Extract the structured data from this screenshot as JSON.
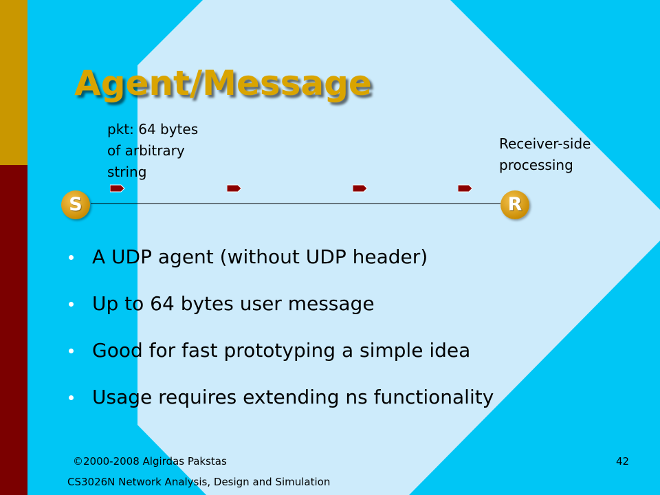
{
  "slide": {
    "title": "Agent/Message",
    "annotations": {
      "packet": [
        "pkt: 64 bytes",
        "of arbitrary",
        "string"
      ],
      "receiver": [
        "Receiver-side",
        "processing"
      ]
    },
    "diagram": {
      "sender_label": "S",
      "receiver_label": "R"
    },
    "bullets": [
      "A UDP agent (without UDP header)",
      "Up to 64 bytes user message",
      "Good for fast prototyping a simple idea",
      "Usage requires extending ns functionality"
    ],
    "footer": {
      "copyright": "©2000-2008 Algirdas Pakstas",
      "course": "CS3026N Network Analysis, Design and Simulation",
      "page_number": "42"
    }
  },
  "colors": {
    "background": "#00c6f5",
    "diamond": "#cdebfb",
    "accent_gold": "#c99700",
    "accent_maroon": "#7b0000",
    "title": "#d9a400",
    "packet": "#8b0000",
    "node": "#e0a420"
  }
}
